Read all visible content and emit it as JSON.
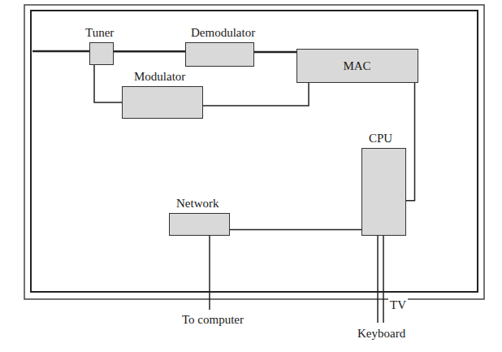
{
  "diagram": {
    "nodes": [
      {
        "text": [
          "Tuner"
        ]
      },
      {
        "text": [
          "Demodulator"
        ]
      },
      {
        "text": [
          "Modulator"
        ]
      },
      {
        "text": [
          "MAC"
        ]
      },
      {
        "text": [
          "CPU"
        ]
      },
      {
        "text": [
          "Network"
        ]
      }
    ],
    "edges": [
      {
        "from": 0,
        "to": 1,
        "arrow": "none"
      },
      {
        "from": 1,
        "to": 3,
        "arrow": "none"
      },
      {
        "from": 0,
        "to": 2,
        "arrow": "none"
      },
      {
        "from": 2,
        "to": 3,
        "arrow": "none"
      },
      {
        "from": 3,
        "to": 4,
        "arrow": "none"
      },
      {
        "from": 4,
        "to": 5,
        "arrow": "none"
      }
    ],
    "labels": [
      "To computer",
      "TV",
      "Keyboard"
    ]
  }
}
